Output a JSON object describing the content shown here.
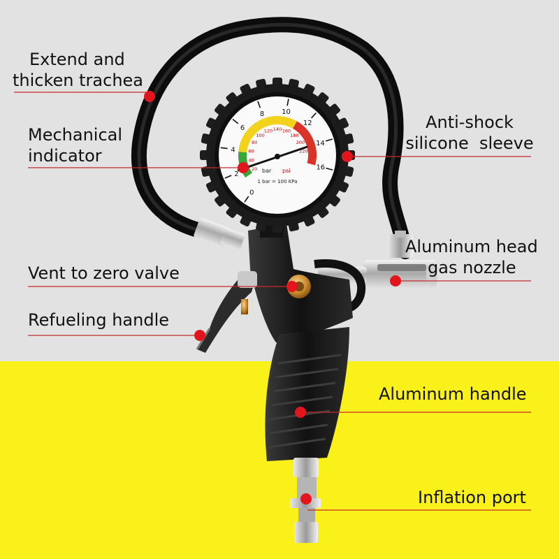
{
  "colors": {
    "top_background": "#e2e2e2",
    "bottom_background": "#fbf11a",
    "leader_line": "#c42b2b",
    "marker_dot": "#e3151c"
  },
  "labels": {
    "extend_trachea": [
      "Extend and",
      "thicken trachea"
    ],
    "mechanical_indicator": [
      "Mechanical",
      "indicator"
    ],
    "anti_shock_sleeve": [
      "Anti-shock",
      "silicone  sleeve"
    ],
    "aluminum_head_nozzle": [
      "Aluminum head",
      "gas nozzle"
    ],
    "vent_valve": "Vent to zero valve",
    "refueling_handle": "Refueling handle",
    "aluminum_handle": "Aluminum handle",
    "inflation_port": "Inflation port"
  },
  "gauge": {
    "bar_ticks": [
      "0",
      "2",
      "4",
      "6",
      "8",
      "10",
      "12",
      "14",
      "16"
    ],
    "psi_ticks": [
      "20",
      "40",
      "60",
      "80",
      "100",
      "120",
      "140",
      "160",
      "180",
      "200",
      "220"
    ],
    "bar_unit": "bar",
    "psi_unit": "psi",
    "conversion_note": "1 bar = 100 KPa"
  }
}
